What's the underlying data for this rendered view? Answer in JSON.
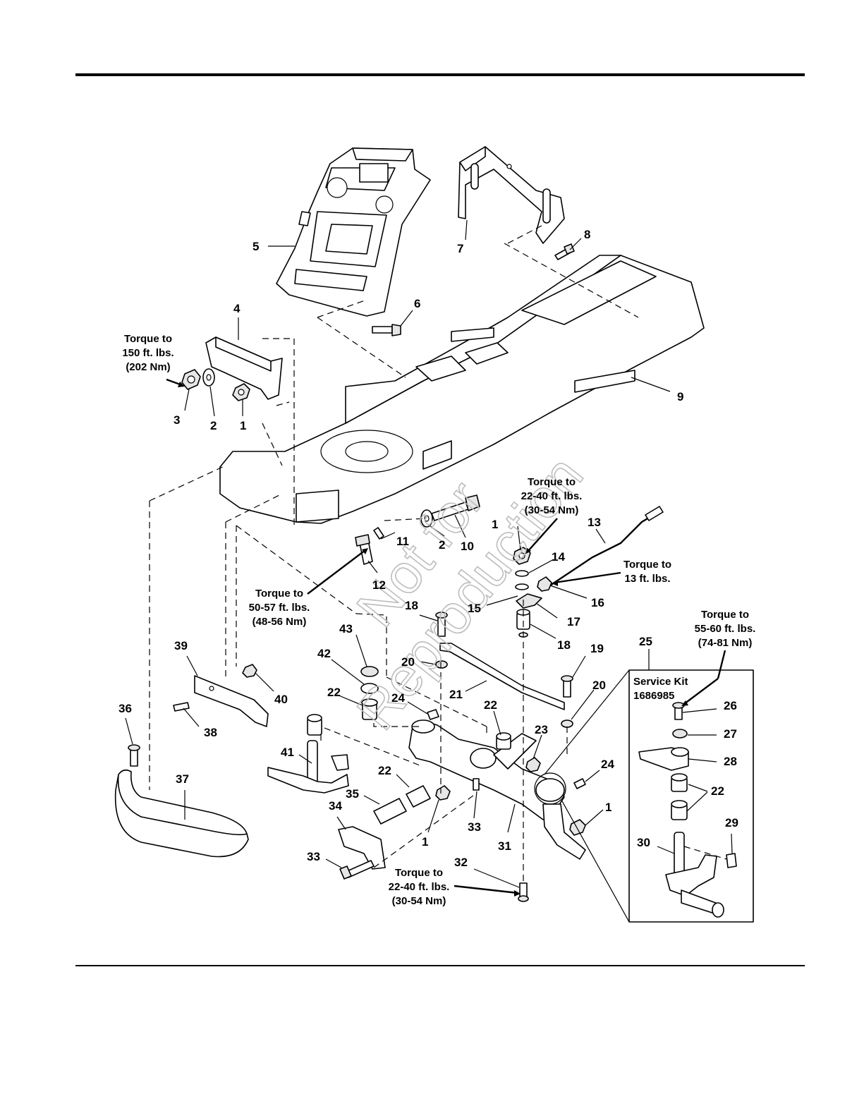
{
  "callouts": [
    {
      "id": "5",
      "text": "5"
    },
    {
      "id": "7",
      "text": "7"
    },
    {
      "id": "8",
      "text": "8"
    },
    {
      "id": "6",
      "text": "6"
    },
    {
      "id": "4",
      "text": "4"
    },
    {
      "id": "3",
      "text": "3"
    },
    {
      "id": "2a",
      "text": "2"
    },
    {
      "id": "1a",
      "text": "1"
    },
    {
      "id": "9",
      "text": "9"
    },
    {
      "id": "10",
      "text": "10"
    },
    {
      "id": "1b",
      "text": "1"
    },
    {
      "id": "13",
      "text": "13"
    },
    {
      "id": "11",
      "text": "11"
    },
    {
      "id": "2b",
      "text": "2"
    },
    {
      "id": "14",
      "text": "14"
    },
    {
      "id": "12",
      "text": "12"
    },
    {
      "id": "16",
      "text": "16"
    },
    {
      "id": "18a",
      "text": "18"
    },
    {
      "id": "15",
      "text": "15"
    },
    {
      "id": "17",
      "text": "17"
    },
    {
      "id": "43",
      "text": "43"
    },
    {
      "id": "18b",
      "text": "18"
    },
    {
      "id": "39",
      "text": "39"
    },
    {
      "id": "42",
      "text": "42"
    },
    {
      "id": "20a",
      "text": "20"
    },
    {
      "id": "19",
      "text": "19"
    },
    {
      "id": "25",
      "text": "25"
    },
    {
      "id": "22a",
      "text": "22"
    },
    {
      "id": "21",
      "text": "21"
    },
    {
      "id": "40",
      "text": "40"
    },
    {
      "id": "24a",
      "text": "24"
    },
    {
      "id": "20b",
      "text": "20"
    },
    {
      "id": "36",
      "text": "36"
    },
    {
      "id": "22b",
      "text": "22"
    },
    {
      "id": "26",
      "text": "26"
    },
    {
      "id": "38",
      "text": "38"
    },
    {
      "id": "23",
      "text": "23"
    },
    {
      "id": "27",
      "text": "27"
    },
    {
      "id": "41",
      "text": "41"
    },
    {
      "id": "28",
      "text": "28"
    },
    {
      "id": "24b",
      "text": "24"
    },
    {
      "id": "37",
      "text": "37"
    },
    {
      "id": "22c",
      "text": "22"
    },
    {
      "id": "22d",
      "text": "22"
    },
    {
      "id": "35",
      "text": "35"
    },
    {
      "id": "1c",
      "text": "1"
    },
    {
      "id": "34",
      "text": "34"
    },
    {
      "id": "33a",
      "text": "33"
    },
    {
      "id": "29",
      "text": "29"
    },
    {
      "id": "1d",
      "text": "1"
    },
    {
      "id": "31",
      "text": "31"
    },
    {
      "id": "30",
      "text": "30"
    },
    {
      "id": "33b",
      "text": "33"
    },
    {
      "id": "32",
      "text": "32"
    }
  ],
  "torque_notes": {
    "nut_3": [
      "Torque to",
      "150 ft. lbs.",
      "(202 Nm)"
    ],
    "nut_1_steering": [
      "Torque to",
      "22-40 ft. lbs.",
      "(30-54 Nm)"
    ],
    "nut_16": [
      "Torque to",
      "13 ft. lbs."
    ],
    "bolt_12": [
      "Torque to",
      "50-57 ft. lbs.",
      "(48-56 Nm)"
    ],
    "kit_26": [
      "Torque to",
      "55-60 ft. lbs.",
      "(74-81 Nm)"
    ],
    "bolt_32": [
      "Torque to",
      "22-40 ft. lbs.",
      "(30-54 Nm)"
    ]
  },
  "service_kit": {
    "title": "Service Kit",
    "number": "1686985"
  },
  "watermark": [
    "Not for",
    "Reproduction"
  ]
}
